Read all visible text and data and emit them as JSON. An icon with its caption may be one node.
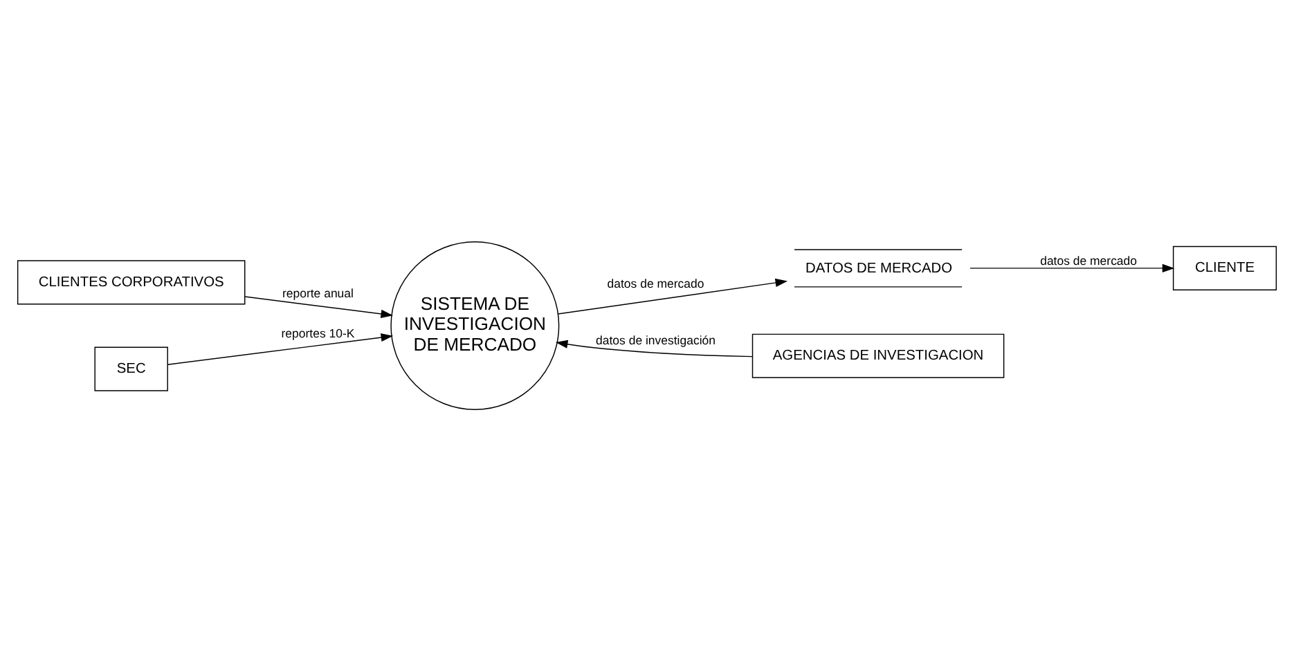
{
  "diagram": {
    "nodes": [
      {
        "text": [
          "CLIENTES CORPORATIVOS"
        ]
      },
      {
        "text": [
          "CLIENTE"
        ]
      },
      {
        "text": [
          "DATOS DE MERCADO"
        ]
      },
      {
        "text": [
          "SISTEMA DE INVESTIGACION DE MERCADO"
        ]
      },
      {
        "text": [
          "SEC"
        ]
      },
      {
        "text": [
          "AGENCIAS DE INVESTIGACION"
        ]
      }
    ],
    "edges": [
      {
        "from": 0,
        "to": 3,
        "arrow": "to",
        "label": "reporte anual"
      },
      {
        "from": 2,
        "to": 1,
        "arrow": "to",
        "label": "datos de mercado"
      },
      {
        "from": 3,
        "to": 2,
        "arrow": "to",
        "label": "datos de mercado"
      },
      {
        "from": 4,
        "to": 3,
        "arrow": "to",
        "label": "reportes 10-K"
      },
      {
        "from": 5,
        "to": 3,
        "arrow": "to",
        "label": "datos de investigación"
      }
    ]
  }
}
